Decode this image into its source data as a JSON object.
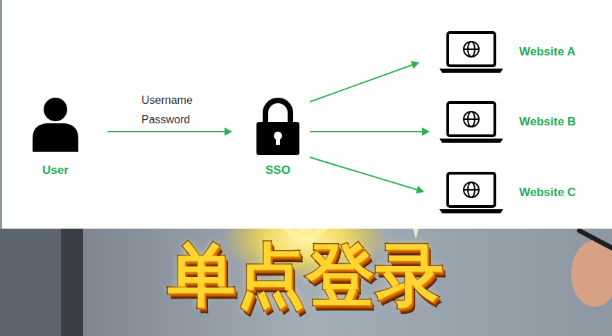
{
  "diagram": {
    "nodes": [
      {
        "text": [
          "User"
        ]
      },
      {
        "text": [
          "SSO"
        ]
      },
      {
        "text": [
          "Website A"
        ]
      },
      {
        "text": [
          "Website B"
        ]
      },
      {
        "text": [
          "Website C"
        ]
      }
    ],
    "edges": [
      {
        "from": 0,
        "to": 1,
        "arrow": "to",
        "label": "Username Password"
      },
      {
        "from": 1,
        "to": 2,
        "arrow": "to"
      },
      {
        "from": 1,
        "to": 3,
        "arrow": "to"
      },
      {
        "from": 1,
        "to": 4,
        "arrow": "to"
      }
    ],
    "labels": [
      "单点登录"
    ]
  }
}
